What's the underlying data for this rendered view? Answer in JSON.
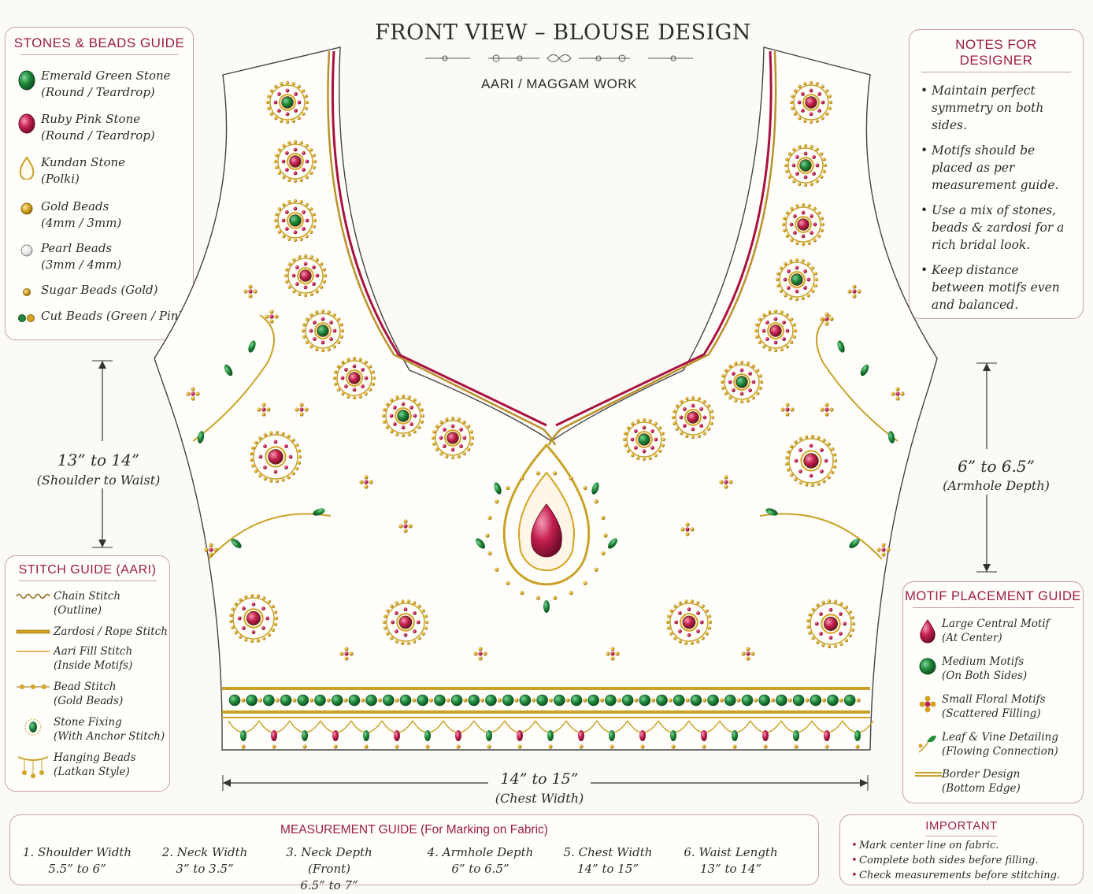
{
  "header": {
    "title": "FRONT VIEW – BLOUSE DESIGN",
    "subtitle": "AARI / MAGGAM WORK"
  },
  "stones_guide": {
    "title": "STONES & BEADS GUIDE",
    "items": [
      {
        "icon": "emerald-stone-icon",
        "line1": "Emerald Green Stone",
        "line2": "(Round / Teardrop)",
        "color": "#1f8a3a"
      },
      {
        "icon": "ruby-stone-icon",
        "line1": "Ruby Pink Stone",
        "line2": "(Round / Teardrop)",
        "color": "#c4204f"
      },
      {
        "icon": "kundan-stone-icon",
        "line1": "Kundan Stone",
        "line2": "(Polki)",
        "color": "#c9a227"
      },
      {
        "icon": "gold-bead-icon",
        "line1": "Gold Beads",
        "line2": "(4mm / 3mm)",
        "color": "#d4a320"
      },
      {
        "icon": "pearl-bead-icon",
        "line1": "Pearl Beads",
        "line2": "(3mm / 4mm)",
        "color": "#e8e8e8"
      },
      {
        "icon": "sugar-bead-icon",
        "line1": "Sugar Beads (Gold)",
        "line2": "",
        "color": "#d4a320"
      },
      {
        "icon": "cut-bead-icon",
        "line1": "Cut Beads (Green / Pink)",
        "line2": "",
        "color": "#1f8a3a"
      }
    ]
  },
  "notes": {
    "title": "NOTES FOR DESIGNER",
    "items": [
      "Maintain perfect symmetry on both sides.",
      "Motifs should be placed as per measurement guide.",
      "Use a mix of stones, beads & zardosi for a rich bridal look.",
      "Keep distance between motifs even and balanced."
    ]
  },
  "dimensions": {
    "shoulder_waist_value": "13” to 14”",
    "shoulder_waist_label": "(Shoulder to Waist)",
    "armhole_value": "6” to 6.5”",
    "armhole_label": "(Armhole Depth)",
    "chest_value": "14” to 15”",
    "chest_label": "(Chest Width)"
  },
  "stitch_guide": {
    "title": "STITCH GUIDE (AARI)",
    "items": [
      {
        "icon": "chain-stitch-icon",
        "line1": "Chain Stitch",
        "line2": "(Outline)"
      },
      {
        "icon": "zardosi-stitch-icon",
        "line1": "Zardosi / Rope Stitch",
        "line2": ""
      },
      {
        "icon": "aari-fill-icon",
        "line1": "Aari Fill Stitch",
        "line2": "(Inside Motifs)"
      },
      {
        "icon": "bead-stitch-icon",
        "line1": "Bead Stitch",
        "line2": "(Gold Beads)"
      },
      {
        "icon": "stone-fixing-icon",
        "line1": "Stone Fixing",
        "line2": "(With Anchor Stitch)"
      },
      {
        "icon": "hanging-beads-icon",
        "line1": "Hanging Beads",
        "line2": "(Latkan Style)"
      }
    ]
  },
  "motif_guide": {
    "title": "MOTIF PLACEMENT GUIDE",
    "items": [
      {
        "icon": "ruby-teardrop-icon",
        "line1": "Large Central Motif",
        "line2": "(At Center)"
      },
      {
        "icon": "emerald-round-icon",
        "line1": "Medium Motifs",
        "line2": "(On Both Sides)"
      },
      {
        "icon": "floral-motif-icon",
        "line1": "Small Floral Motifs",
        "line2": "(Scattered Filling)"
      },
      {
        "icon": "leaf-vine-icon",
        "line1": "Leaf & Vine Detailing",
        "line2": "(Flowing Connection)"
      },
      {
        "icon": "border-design-icon",
        "line1": "Border Design",
        "line2": "(Bottom Edge)"
      }
    ]
  },
  "measurement_guide": {
    "title": "MEASUREMENT GUIDE",
    "title_suffix": "(For Marking on Fabric)",
    "items": [
      {
        "label": "1. Shoulder Width",
        "value": "5.5” to 6”"
      },
      {
        "label": "2. Neck Width",
        "value": "3” to 3.5”"
      },
      {
        "label": "3. Neck Depth (Front)",
        "value": "6.5” to 7”"
      },
      {
        "label": "4. Armhole Depth",
        "value": "6” to 6.5”"
      },
      {
        "label": "5. Chest Width",
        "value": "14” to 15”"
      },
      {
        "label": "6. Waist Length",
        "value": "13” to 14”"
      }
    ]
  },
  "important": {
    "title": "IMPORTANT",
    "items": [
      "Mark center line on fabric.",
      "Complete both sides before filling.",
      "Check measurements before stitching."
    ]
  },
  "colors": {
    "accent": "#9b1d3f",
    "gold": "#c9a227",
    "emerald": "#1f8a3a",
    "ruby": "#c4204f",
    "border": "#c9a0a8"
  }
}
